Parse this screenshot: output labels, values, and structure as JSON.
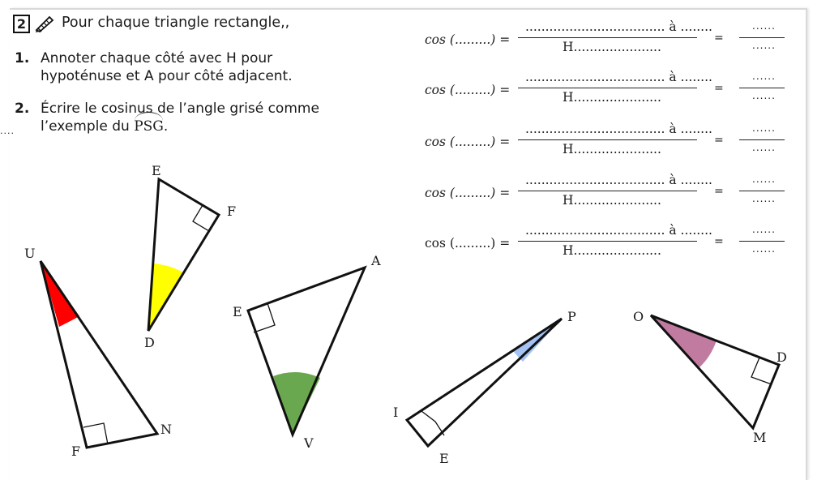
{
  "exercise": {
    "number": "2",
    "title": "Pour chaque triangle rectangle,,",
    "instruction1_num": "1.",
    "instruction1_line1": "Annoter chaque côté avec H pour",
    "instruction1_line2": "hypoténuse et A pour côté adjacent.",
    "instruction2_num": "2.",
    "instruction2_line1": "Écrire le cosinus de l’angle grisé comme",
    "instruction2_line2_before": "l’exemple du ",
    "instruction2_angle": "PSG",
    "instruction2_line2_after": ".",
    "left_margin_dots": "...."
  },
  "formulas": [
    {
      "lhs": "cos (.........) =",
      "numerator": "................................... à ........",
      "denominator": "H......................",
      "equals": "=",
      "top": "......",
      "bottom": "......"
    },
    {
      "lhs": "cos (.........) =",
      "numerator": "................................... à ........",
      "denominator": "H......................",
      "equals": "=",
      "top": "......",
      "bottom": "......"
    },
    {
      "lhs": "cos (.........) =",
      "numerator": "................................... à ........",
      "denominator": "H......................",
      "equals": "=",
      "top": "......",
      "bottom": "......"
    },
    {
      "lhs": "cos (.........) =",
      "numerator": "................................... à ........",
      "denominator": "H......................",
      "equals": "=",
      "top": "......",
      "bottom": "......"
    },
    {
      "lhs": "cos (.........) =",
      "numerator": "................................... à ........",
      "denominator": "H......................",
      "equals": "=",
      "top": "......",
      "bottom": "......"
    }
  ],
  "triangles": {
    "def": {
      "vertices": [
        "E",
        "F",
        "D"
      ],
      "angle_color": "#ffff00"
    },
    "ufn": {
      "vertices": [
        "U",
        "F",
        "N"
      ],
      "angle_color": "#ff0000"
    },
    "aev": {
      "vertices": [
        "A",
        "E",
        "V"
      ],
      "angle_color": "#6aa84f"
    },
    "pie": {
      "vertices": [
        "P",
        "I",
        "E"
      ],
      "angle_color": "#a4c2f4"
    },
    "odm": {
      "vertices": [
        "O",
        "D",
        "M"
      ],
      "angle_color": "#c27ba0"
    }
  }
}
